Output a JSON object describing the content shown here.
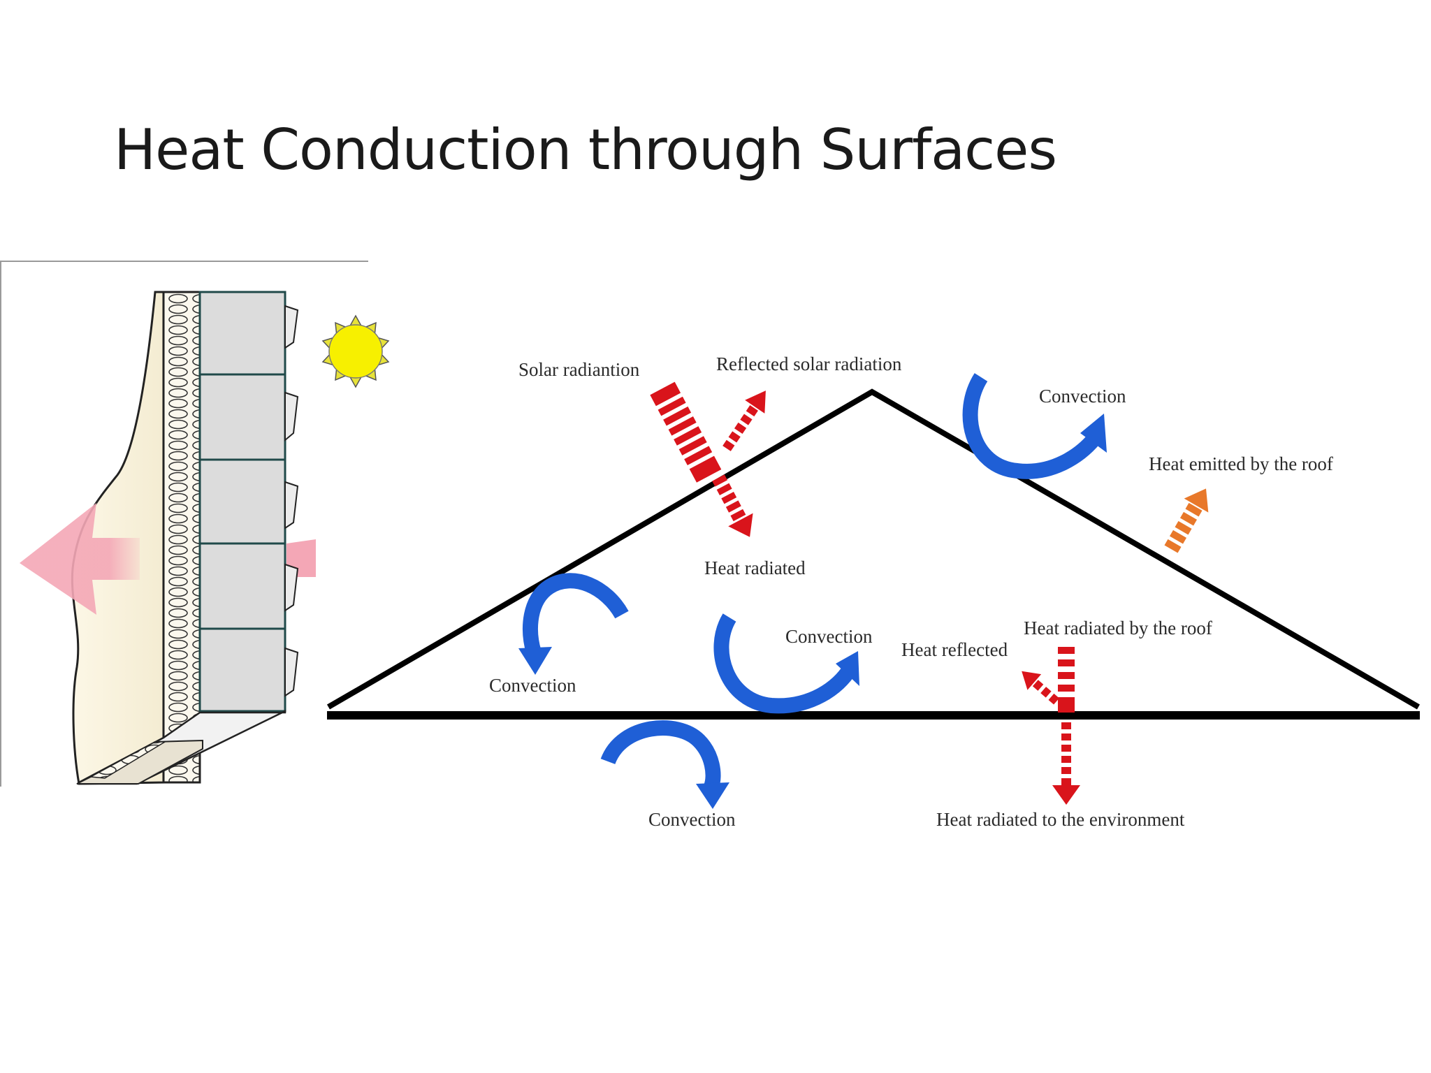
{
  "slide": {
    "title": "Heat Conduction through Surfaces"
  },
  "roof_diagram": {
    "labels": {
      "solar_radiation": "Solar radiantion",
      "reflected_solar_radiation": "Reflected solar radiation",
      "convection_top_right": "Convection",
      "heat_emitted_by_roof": "Heat emitted by the roof",
      "heat_radiated": "Heat radiated",
      "convection_left": "Convection",
      "convection_center": "Convection",
      "heat_reflected": "Heat reflected",
      "heat_radiated_by_roof": "Heat radiated by the roof",
      "convection_bottom": "Convection",
      "heat_radiated_to_environment": "Heat radiated to the environment"
    }
  },
  "colors": {
    "radiation_red": "#d9141b",
    "emitted_orange": "#e8782a",
    "convection_blue": "#1f5fd6",
    "heat_flow_pink": "#f2a0b0",
    "sun_yellow": "#f7f000",
    "roof_black": "#000000"
  },
  "icons": {
    "sun": "sun-icon",
    "wall": "wall-section-icon"
  }
}
